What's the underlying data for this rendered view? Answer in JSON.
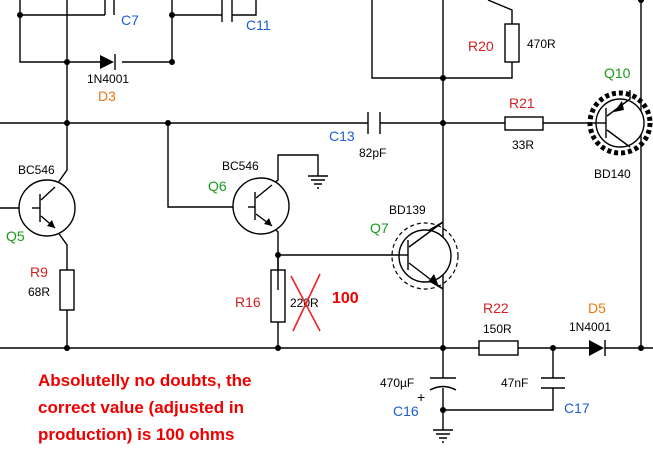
{
  "colors": {
    "wire": "#000000",
    "ref_blue": "#1a5fd0",
    "ref_red": "#d42020",
    "ref_green": "#1a9a1a",
    "ref_orange": "#ee7711",
    "note_red": "#ee0000"
  },
  "components": {
    "C7": {
      "ref": "C7"
    },
    "C11": {
      "ref": "C11"
    },
    "D3": {
      "ref": "D3",
      "value": "1N4001"
    },
    "R20": {
      "ref": "R20",
      "value": "470R"
    },
    "Q10": {
      "ref": "Q10",
      "value": "BD140"
    },
    "R21": {
      "ref": "R21",
      "value": "33R"
    },
    "C13": {
      "ref": "C13",
      "value": "82pF"
    },
    "Q5": {
      "ref": "Q5",
      "value": "BC546"
    },
    "Q6": {
      "ref": "Q6",
      "value": "BC546"
    },
    "Q7": {
      "ref": "Q7",
      "value": "BD139"
    },
    "R9": {
      "ref": "R9",
      "value": "68R"
    },
    "R16": {
      "ref": "R16",
      "value": "220R",
      "correction": "100"
    },
    "R22": {
      "ref": "R22",
      "value": "150R"
    },
    "D5": {
      "ref": "D5",
      "value": "1N4001"
    },
    "C16": {
      "ref": "C16",
      "value": "470µF",
      "polarity": "+"
    },
    "C17": {
      "ref": "C17",
      "value": "47nF"
    }
  },
  "note": {
    "lines": [
      "Absolutelly no doubts, the",
      "correct value (adjusted in",
      "production) is 100 ohms"
    ]
  }
}
